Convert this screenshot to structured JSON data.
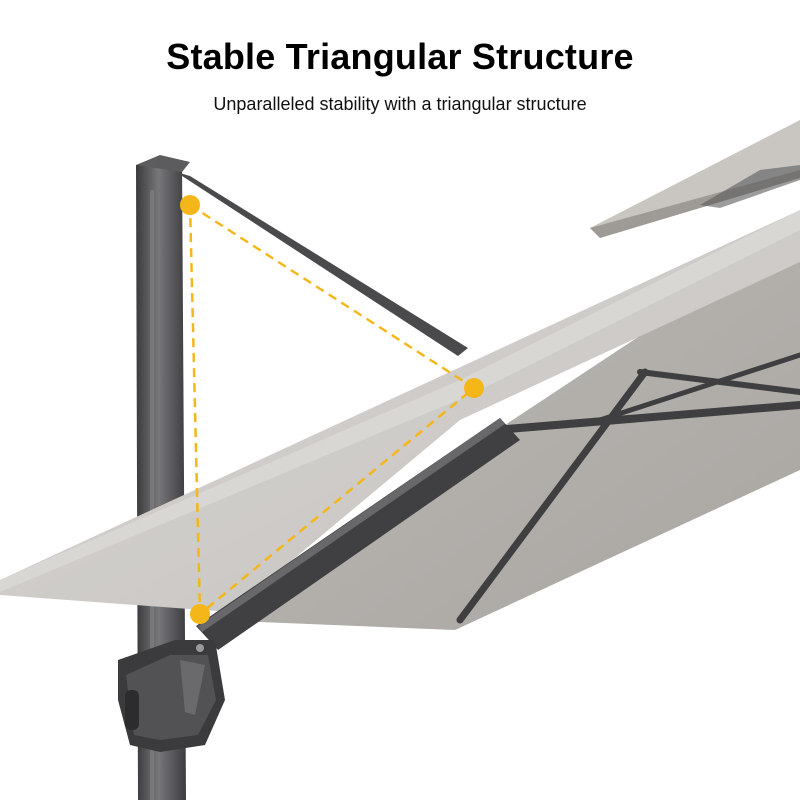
{
  "header": {
    "title": "Stable Triangular Structure",
    "subtitle": "Unparalleled stability with a triangular structure"
  },
  "colors": {
    "background": "#ffffff",
    "canopy": "#cfcdca",
    "canopy_shadow": "#b3b0ac",
    "frame": "#4a4a4c",
    "marker": "#f5b61a"
  },
  "icons": [
    "umbrella-pole",
    "support-strut",
    "canopy",
    "triangle-marker"
  ]
}
